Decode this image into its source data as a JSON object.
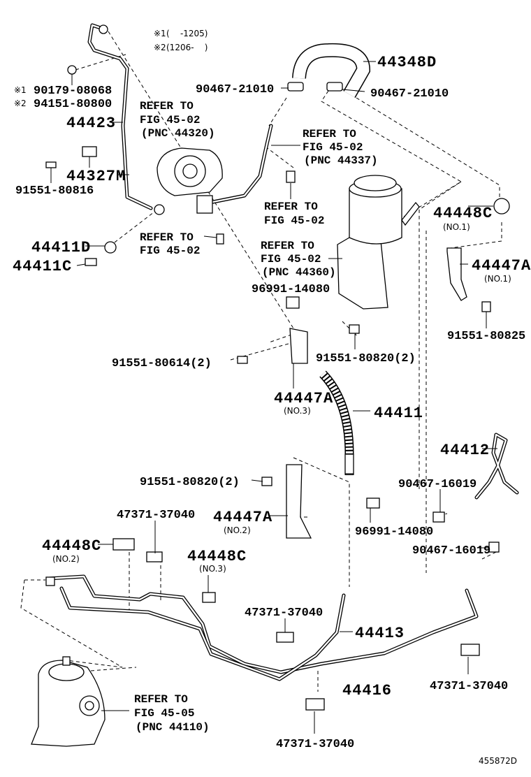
{
  "notes": {
    "note1_mark": "※1",
    "note1_text": "(    -1205)",
    "note2_mark": "※2",
    "note2_text": "(1206-    )"
  },
  "labels": {
    "p90179_mark": "※1",
    "p90179": "90179-08068",
    "p94151_mark": "※2",
    "p94151": "94151-80800",
    "p44423": "44423",
    "p44327M": "44327M",
    "p91551_80816": "91551-80816",
    "p90467_21010_a": "90467-21010",
    "p90467_21010_b": "90467-21010",
    "p44348D": "44348D",
    "p44448C_1": "44448C",
    "p44448C_1_no": "(NO.1)",
    "p44411D": "44411D",
    "p44411C": "44411C",
    "p44447A_1": "44447A",
    "p44447A_1_no": "(NO.1)",
    "p96991_14080_a": "96991-14080",
    "p91551_80825": "91551-80825",
    "p91551_80614": "91551-80614(2)",
    "p91551_80820_a": "91551-80820(2)",
    "p44447A_3": "44447A",
    "p44447A_3_no": "(NO.3)",
    "p44411": "44411",
    "p44412": "44412",
    "p90467_16019_a": "90467-16019",
    "p91551_80820_b": "91551-80820(2)",
    "p47371_a": "47371-37040",
    "p44447A_2": "44447A",
    "p44447A_2_no": "(NO.2)",
    "p96991_14080_b": "96991-14080",
    "p44448C_2": "44448C",
    "p44448C_2_no": "(NO.2)",
    "p90467_16019_b": "90467-16019",
    "p44448C_3": "44448C",
    "p44448C_3_no": "(NO.3)",
    "p47371_b": "47371-37040",
    "p44413": "44413",
    "p44416": "44416",
    "p47371_c": "47371-37040",
    "p47371_d": "47371-37040"
  },
  "refers": {
    "pump": [
      "REFER TO",
      "FIG 45-02",
      "(PNC 44320)"
    ],
    "hose": [
      "REFER TO",
      "FIG 45-02",
      "(PNC 44337)"
    ],
    "bolt": [
      "REFER TO",
      "FIG 45-02"
    ],
    "pump_bolt": [
      "REFER TO",
      "FIG 45-02"
    ],
    "reservoir": [
      "REFER TO",
      "FIG 45-02",
      "(PNC 44360)"
    ],
    "gear": [
      "REFER TO",
      "FIG 45-05",
      "(PNC 44110)"
    ]
  },
  "figure_id": "455872D"
}
